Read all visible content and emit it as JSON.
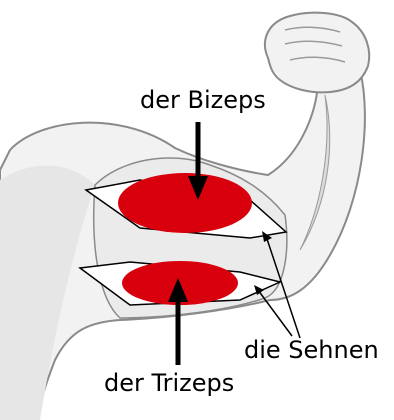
{
  "labels": {
    "biceps": "der Bizeps",
    "tendons": "die Sehnen",
    "triceps": "der Trizeps"
  },
  "colors": {
    "muscle": "#d8000c",
    "arm_fill": "#f2f2f2",
    "arm_shade": "#dcdcdc",
    "outline": "#8a8a8a",
    "arrow": "#000000"
  }
}
